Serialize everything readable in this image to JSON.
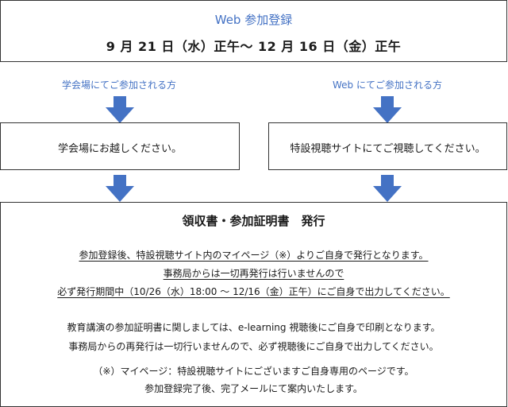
{
  "header": {
    "title": "Web 参加登録",
    "period": "9 月 21 日（水）正午〜 12 月 16 日（金）正午"
  },
  "routes": {
    "left_label": "学会場にてご参加される方",
    "right_label": "Web にてご参加される方",
    "left_text": "学会場にお越しください。",
    "right_text": "特設視聴サイトにてご視聴してください。"
  },
  "result": {
    "heading": "領収書・参加証明書　発行",
    "notice_lines": [
      "参加登録後、特設視聴サイト内のマイページ（※）よりご自身で発行となります。",
      "事務局からは一切再発行は行いませんので",
      "必ず発行期間中（10/26（水）18:00 〜 12/16（金）正午）にご自身で出力してください。"
    ],
    "education_lines": [
      "教育講演の参加証明書に関しましては、e-learning 視聴後にご自身で印刷となります。",
      "事務局からの再発行は一切行いませんので、必ず視聴後にご自身で出力してください。"
    ],
    "note_lines": [
      "（※）マイページ：特設視聴サイトにございますご自身専用のページです。",
      "参加登録完了後、完了メールにて案内いたします。"
    ]
  },
  "colors": {
    "arrow": "#4472c4",
    "accent_text": "#4472c4",
    "border": "#333333"
  }
}
